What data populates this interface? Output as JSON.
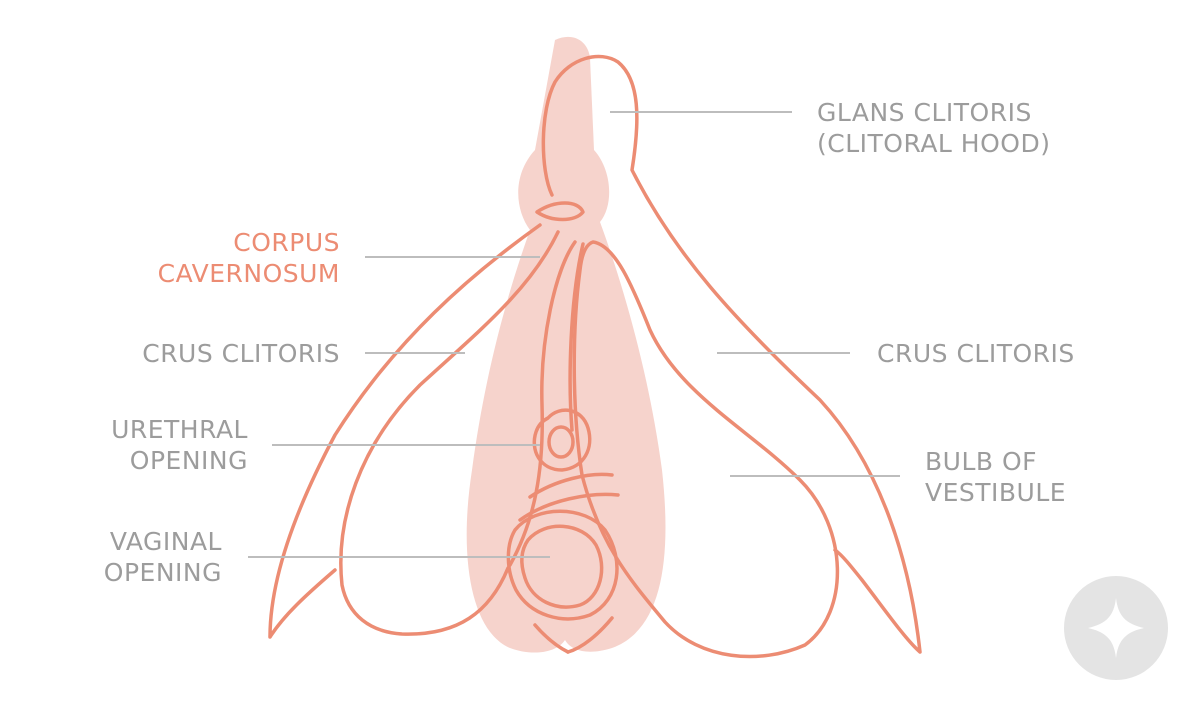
{
  "labels": {
    "glans": {
      "line1": "GLANS CLITORIS",
      "line2": "(CLITORAL HOOD)"
    },
    "corpus": {
      "line1": "CORPUS",
      "line2": "CAVERNOSUM"
    },
    "crus_left": {
      "line1": "CRUS CLITORIS"
    },
    "crus_right": {
      "line1": "CRUS CLITORIS"
    },
    "urethral": {
      "line1": "URETHRAL",
      "line2": "OPENING"
    },
    "bulb": {
      "line1": "BULB OF",
      "line2": "VESTIBULE"
    },
    "vaginal": {
      "line1": "VAGINAL",
      "line2": "OPENING"
    }
  },
  "colors": {
    "outline": "#ec8c73",
    "fill_pink": "#f6d3cc",
    "label_gray": "#9c9c9c",
    "accent_label": "#ec8c73",
    "leader_line": "#bdbdbd",
    "watermark": "#e4e4e4"
  },
  "icons": {
    "watermark": "sparkle-icon"
  }
}
